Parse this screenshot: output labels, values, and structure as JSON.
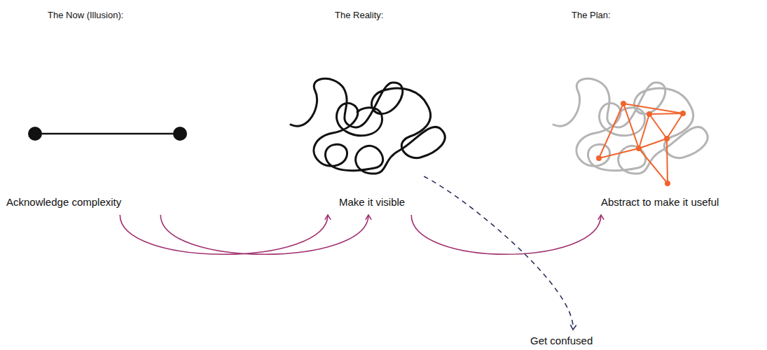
{
  "diagram": {
    "nodes": [
      {
        "text": [
          "Acknowledge complexity"
        ]
      },
      {
        "text": [
          "Make it visible"
        ]
      },
      {
        "text": [
          "Abstract to make it useful"
        ]
      },
      {
        "text": [
          "Get confused"
        ]
      }
    ],
    "edges": [
      {
        "from": 0,
        "to": 1,
        "arrow": "to"
      },
      {
        "from": 0,
        "to": 1,
        "arrow": "to"
      },
      {
        "from": 1,
        "to": 2,
        "arrow": "to"
      },
      {
        "from": 1,
        "to": 3,
        "arrow": "to"
      }
    ],
    "labels": [
      "The Now (Illusion):",
      "The Reality:",
      "The Plan:"
    ]
  }
}
